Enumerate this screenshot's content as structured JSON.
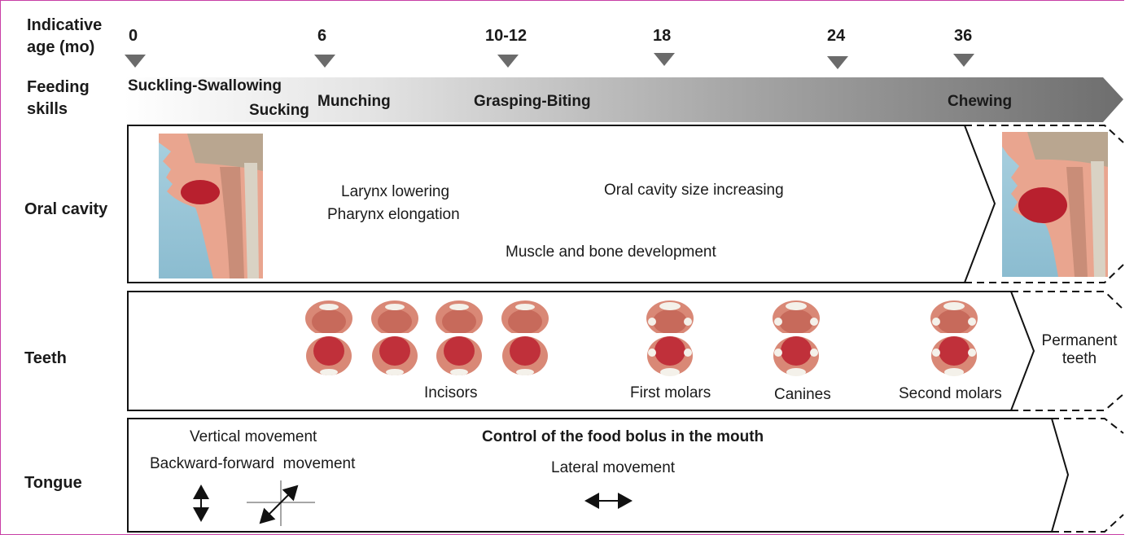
{
  "headers": {
    "age_line1": "Indicative",
    "age_line2": "age (mo)",
    "feeding_line1": "Feeding",
    "feeding_line2": "skills"
  },
  "ages": [
    "0",
    "6",
    "10-12",
    "18",
    "24",
    "36"
  ],
  "feeding_skills": {
    "suckling_swallowing": "Suckling-Swallowing",
    "sucking": "Sucking",
    "munching": "Munching",
    "grasping_biting": "Grasping-Biting",
    "chewing": "Chewing"
  },
  "rows": {
    "oral_cavity": "Oral cavity",
    "teeth": "Teeth",
    "tongue": "Tongue"
  },
  "oral_cavity": {
    "larynx": "Larynx lowering",
    "pharynx": "Pharynx elongation",
    "size": "Oral cavity size increasing",
    "muscle": "Muscle and bone development"
  },
  "teeth": {
    "incisors": "Incisors",
    "first_molars": "First molars",
    "canines": "Canines",
    "second_molars": "Second molars",
    "permanent_line1": "Permanent",
    "permanent_line2": "teeth"
  },
  "tongue": {
    "vertical": "Vertical movement",
    "backward_forward": "Backward-forward  movement",
    "control": "Control of the food bolus in the mouth",
    "lateral": "Lateral movement"
  },
  "colors": {
    "frame": "#c83fa6",
    "marker": "#6b6b6b",
    "arrow_gradient_start": "#ffffff",
    "arrow_gradient_end": "#6e6e6e",
    "gum": "#d98876",
    "tongue_red": "#c0303a",
    "tooth": "#f4f1ea",
    "skin": "#e9a58f",
    "background_blue": "#9cc6d6"
  }
}
